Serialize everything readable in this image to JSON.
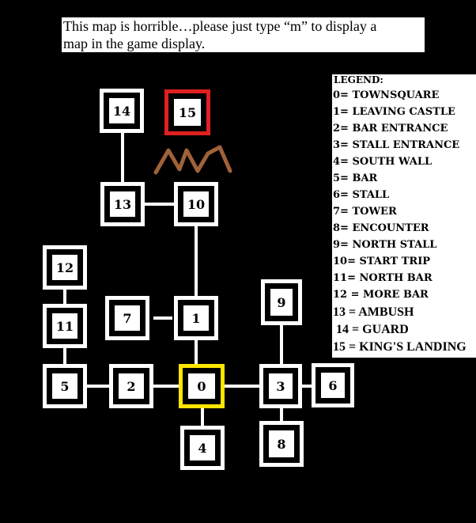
{
  "note": {
    "line1": "This map is horrible…please just type “m” to display a",
    "line2": "map in the game display."
  },
  "legend": {
    "title": "LEGEND:",
    "entries": [
      "0= TOWNSQUARE",
      "1= LEAVING CASTLE",
      "2= BAR ENTRANCE",
      "3= STALL ENTRANCE",
      "4= SOUTH WALL",
      "5= BAR",
      "6= STALL",
      "7= TOWER",
      "8= ENCOUNTER",
      "9= NORTH STALL",
      "10= START TRIP",
      "11= NORTH BAR",
      "12 = MORE BAR",
      "13 = AMBUSH",
      "14 = GUARD",
      "15 = KING'S LANDING"
    ]
  },
  "rooms": {
    "r0": "0",
    "r1": "1",
    "r2": "2",
    "r3": "3",
    "r4": "4",
    "r5": "5",
    "r6": "6",
    "r7": "7",
    "r8": "8",
    "r9": "9",
    "r10": "10",
    "r11": "11",
    "r12": "12",
    "r13": "13",
    "r14": "14",
    "r15": "15"
  },
  "colors": {
    "background": "#000000",
    "room_border": "#ffffff",
    "current_room": "#ffe600",
    "destination_room": "#e02020",
    "mountains": "#a0623a"
  },
  "icons": [
    "mountains-icon"
  ]
}
